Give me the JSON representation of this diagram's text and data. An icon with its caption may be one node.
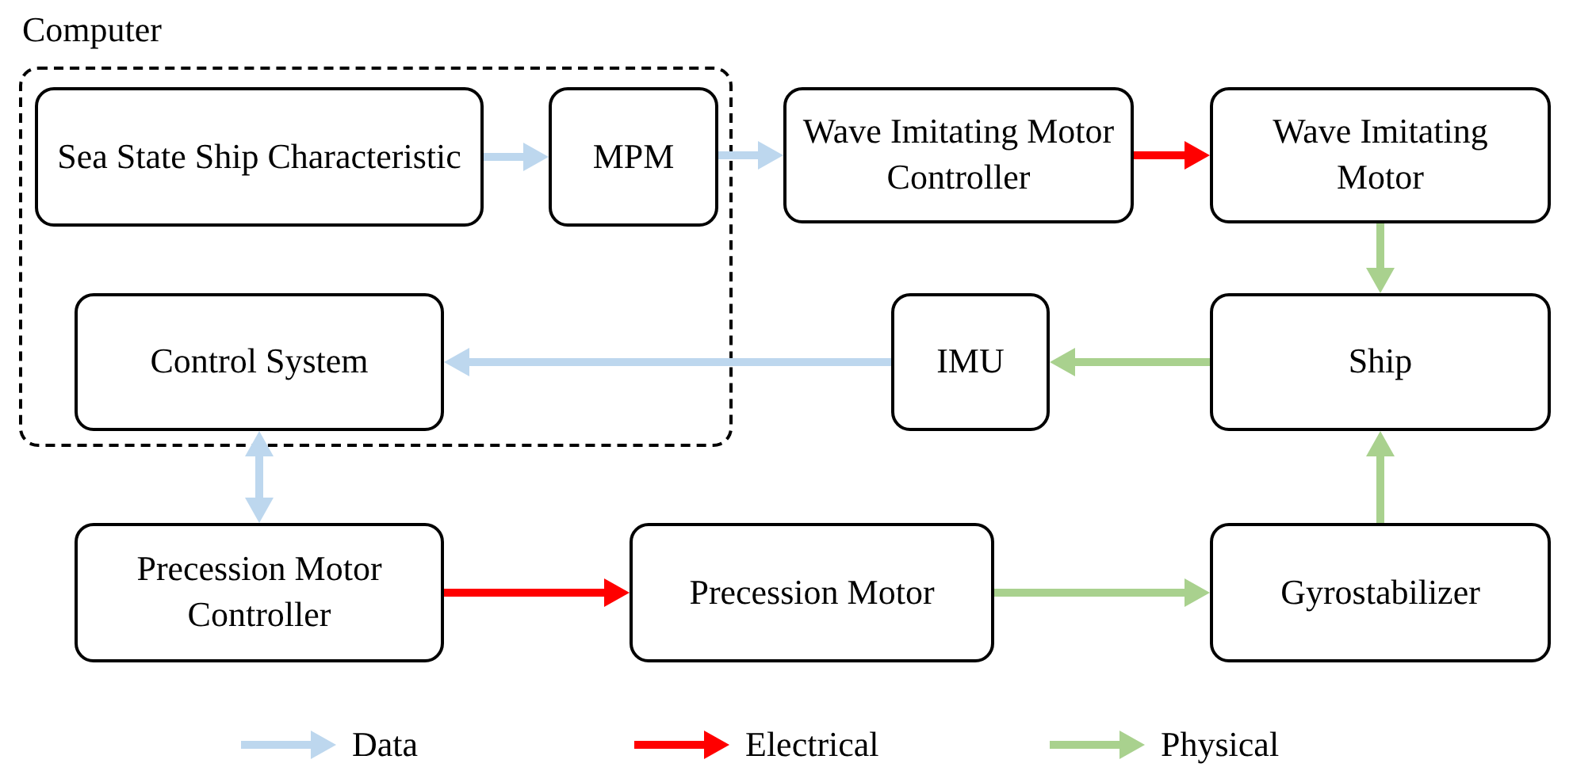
{
  "diagram": {
    "nodes": [
      {
        "text": [
          "Computer"
        ]
      },
      {
        "text": [
          "Sea State Ship Characteristic"
        ],
        "in": 0
      },
      {
        "text": [
          "MPM"
        ],
        "in": 0
      },
      {
        "text": [
          "Wave Imitating Motor Controller"
        ]
      },
      {
        "text": [
          "Wave Imitating Motor"
        ]
      },
      {
        "text": [
          "Control System"
        ],
        "in": 0
      },
      {
        "text": [
          "IMU"
        ]
      },
      {
        "text": [
          "Ship"
        ]
      },
      {
        "text": [
          "Precession Motor Controller"
        ]
      },
      {
        "text": [
          "Precession Motor"
        ]
      },
      {
        "text": [
          "Gyrostabilizer"
        ]
      }
    ],
    "edges": [
      {
        "from": 1,
        "to": 2,
        "arrow": "to",
        "color": "#bdd7ee"
      },
      {
        "from": 2,
        "to": 3,
        "arrow": "to",
        "color": "#bdd7ee"
      },
      {
        "from": 3,
        "to": 4,
        "arrow": "to",
        "color": "#ff0000"
      },
      {
        "from": 4,
        "to": 7,
        "arrow": "to",
        "color": "#a9d18e"
      },
      {
        "from": 7,
        "to": 6,
        "arrow": "to",
        "color": "#a9d18e"
      },
      {
        "from": 6,
        "to": 5,
        "arrow": "to",
        "color": "#bdd7ee"
      },
      {
        "from": 5,
        "to": 8,
        "arrow": "both",
        "color": "#bdd7ee"
      },
      {
        "from": 8,
        "to": 9,
        "arrow": "to",
        "color": "#ff0000"
      },
      {
        "from": 9,
        "to": 10,
        "arrow": "to",
        "color": "#a9d18e"
      },
      {
        "from": 10,
        "to": 7,
        "arrow": "to",
        "color": "#a9d18e"
      }
    ],
    "legend": [
      {
        "text": "Data",
        "color": "#bdd7ee"
      },
      {
        "text": "Electrical",
        "color": "#ff0000"
      },
      {
        "text": "Physical",
        "color": "#a9d18e"
      }
    ]
  }
}
